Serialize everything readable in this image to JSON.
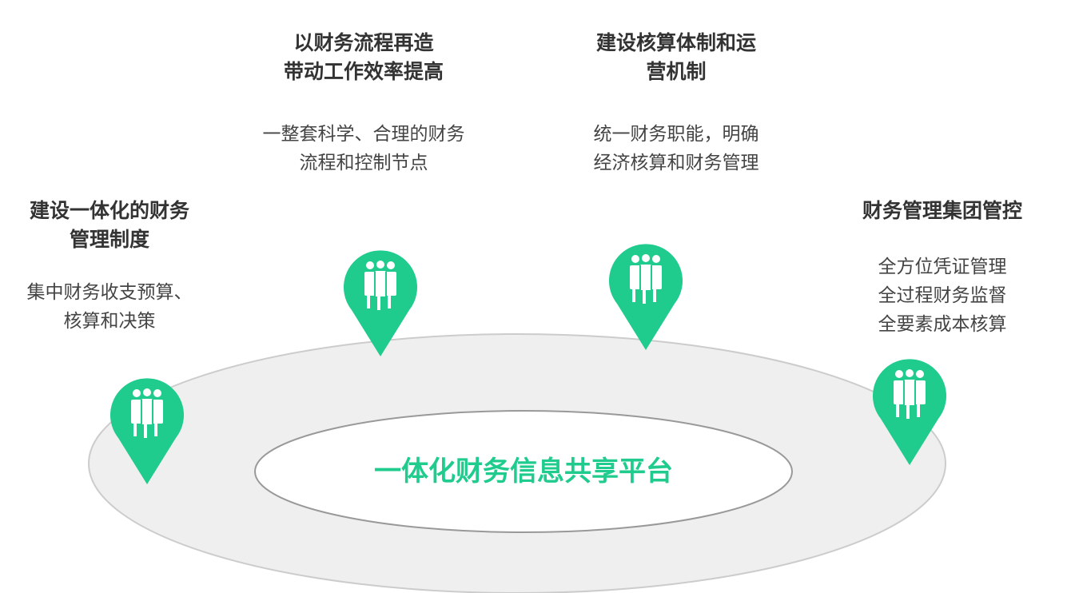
{
  "colors": {
    "accent": "#1fcc8e",
    "outer_ring": "#efefef",
    "ring_stroke": "#cccccc",
    "text": "#333333"
  },
  "center": {
    "label": "一体化财务信息共享平台"
  },
  "blocks": [
    {
      "title": "建设一体化的财务\n管理制度",
      "desc": "集中财务收支预算、\n核算和决策",
      "icon": "people-group-icon"
    },
    {
      "title": "以财务流程再造\n带动工作效率提高",
      "desc": "一整套科学、合理的财务\n流程和控制节点",
      "icon": "people-group-icon"
    },
    {
      "title": "建设核算体制和运\n营机制",
      "desc": "统一财务职能，明确\n经济核算和财务管理",
      "icon": "people-group-icon"
    },
    {
      "title": "财务管理集团管控",
      "desc": "全方位凭证管理\n全过程财务监督\n全要素成本核算",
      "icon": "people-group-icon"
    }
  ]
}
